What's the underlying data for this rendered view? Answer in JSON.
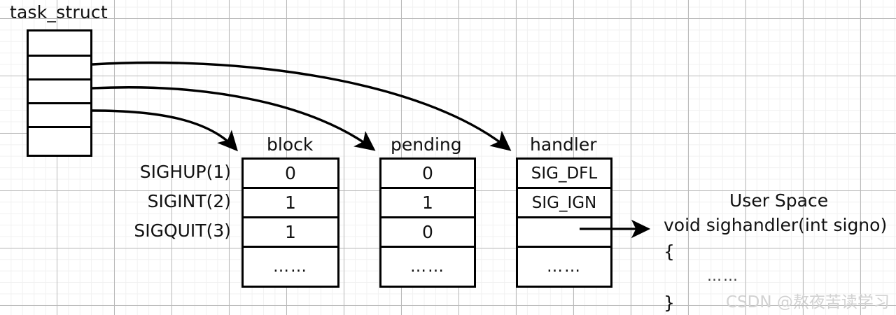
{
  "diagram": {
    "title": "task_struct",
    "task_struct_rows": 5,
    "columns": [
      {
        "header": "block",
        "name": "block"
      },
      {
        "header": "pending",
        "name": "pending"
      },
      {
        "header": "handler",
        "name": "handler"
      }
    ],
    "signals": [
      {
        "label": "SIGHUP(1)",
        "block": "0",
        "pending": "0",
        "handler": "SIG_DFL"
      },
      {
        "label": "SIGINT(2)",
        "block": "1",
        "pending": "1",
        "handler": "SIG_IGN"
      },
      {
        "label": "SIGQUIT(3)",
        "block": "1",
        "pending": "0",
        "handler": ""
      }
    ],
    "ellipsis": "……",
    "user_space": {
      "title": "User Space",
      "signature": "void sighandler(int signo)",
      "open_brace": "{",
      "body_ellipsis": "……",
      "close_brace": "}"
    },
    "watermark": "CSDN @熬夜苦读学习",
    "colors": {
      "stroke": "#000000",
      "text": "#111111",
      "grid_major": "#b9b9b9",
      "grid_minor": "#f1f1f1",
      "background": "#ffffff",
      "watermark": "#d2d2d2"
    }
  }
}
